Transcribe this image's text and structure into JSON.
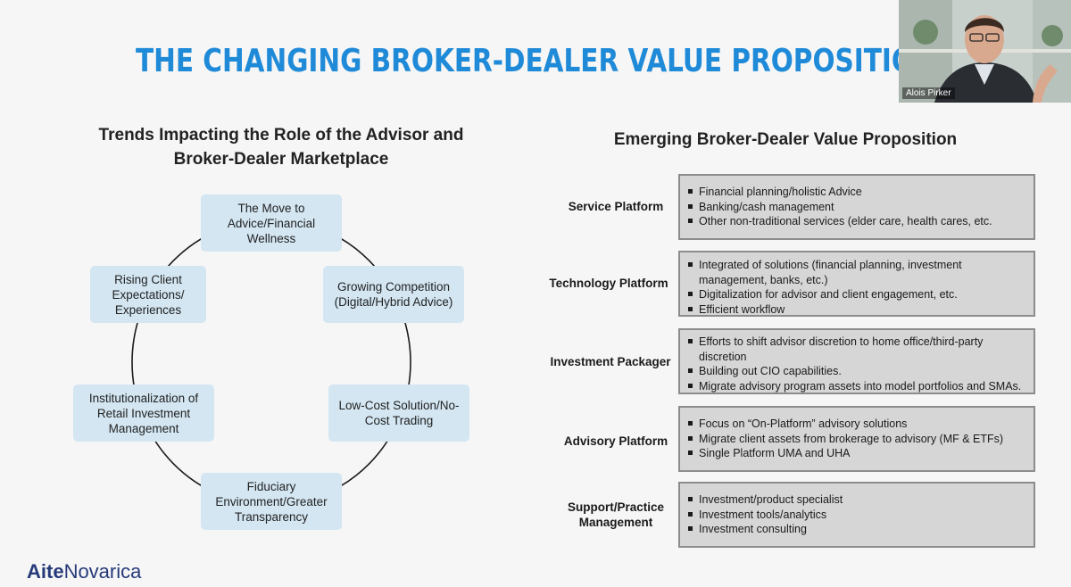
{
  "slide": {
    "title": "THE CHANGING BROKER-DEALER VALUE PROPOSITION",
    "left_heading": "Trends Impacting the Role of the Advisor and\nBroker-Dealer Marketplace",
    "right_heading": "Emerging Broker-Dealer Value Proposition",
    "logo_bold": "Aite",
    "logo_regular": "Novarica"
  },
  "cycle": {
    "nodes": [
      {
        "text": "The Move to\nAdvice/Financial\nWellness"
      },
      {
        "text": "Growing Competition\n(Digital/Hybrid Advice)"
      },
      {
        "text": "Low-Cost Solution/No-\nCost Trading"
      },
      {
        "text": "Fiduciary\nEnvironment/Greater\nTransparency"
      },
      {
        "text": "Institutionalization of\nRetail Investment\nManagement"
      },
      {
        "text": "Rising Client\nExpectations/\nExperiences"
      }
    ]
  },
  "value_prop": {
    "rows": [
      {
        "label": "Service Platform",
        "items": [
          "Financial planning/holistic Advice",
          "Banking/cash management",
          "Other non-traditional services (elder care, health cares, etc."
        ]
      },
      {
        "label": "Technology Platform",
        "items": [
          "Integrated of solutions (financial planning, investment management, banks, etc.)",
          "Digitalization for advisor and client engagement, etc.",
          "Efficient workflow"
        ]
      },
      {
        "label": "Investment Packager",
        "items": [
          "Efforts to shift advisor discretion to home office/third-party discretion",
          "Building out CIO capabilities.",
          "Migrate advisory program assets into model portfolios and SMAs."
        ]
      },
      {
        "label": "Advisory Platform",
        "items": [
          "Focus on “On-Platform” advisory solutions",
          "Migrate client assets from brokerage to advisory (MF & ETFs)",
          "Single Platform UMA and UHA"
        ]
      },
      {
        "label": "Support/Practice\nManagement",
        "items": [
          "Investment/product specialist",
          "Investment tools/analytics",
          "Investment consulting"
        ]
      }
    ]
  },
  "video": {
    "participant_name": "Alois Pirker"
  }
}
